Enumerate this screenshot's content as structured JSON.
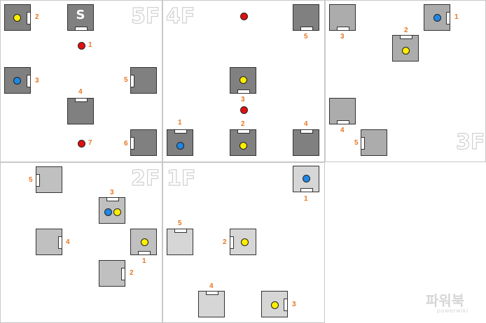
{
  "colors": {
    "label_orange": "#e87722",
    "yellow_ball": "#ffee00",
    "blue_ball": "#1e88e5",
    "red_marker": "#e01010",
    "tile_dark": "#808080",
    "tile_light": "#d6d6d6"
  },
  "floors": [
    {
      "id": "5F",
      "label": "5F",
      "tiles": [
        {
          "label": "2",
          "start": false
        },
        {
          "label": "",
          "start": true,
          "start_text": "S"
        },
        {
          "label": "3",
          "start": false
        },
        {
          "label": "4",
          "start": false
        },
        {
          "label": "5",
          "start": false
        },
        {
          "label": "6",
          "start": false
        }
      ],
      "markers": [
        {
          "label": "1"
        },
        {
          "label": "7"
        }
      ]
    },
    {
      "id": "4F",
      "label": "4F",
      "tiles": [
        {
          "label": "5"
        },
        {
          "label": "3"
        },
        {
          "label": "1"
        },
        {
          "label": "2"
        },
        {
          "label": "4"
        }
      ],
      "markers": [
        {
          "label": ""
        },
        {
          "label": ""
        }
      ]
    },
    {
      "id": "3F",
      "label": "3F",
      "tiles": [
        {
          "label": "3"
        },
        {
          "label": "1"
        },
        {
          "label": "2"
        },
        {
          "label": "4"
        },
        {
          "label": "5"
        }
      ]
    },
    {
      "id": "2F",
      "label": "2F",
      "tiles": [
        {
          "label": "5"
        },
        {
          "label": "3"
        },
        {
          "label": "4"
        },
        {
          "label": "1"
        },
        {
          "label": "2"
        }
      ]
    },
    {
      "id": "1F",
      "label": "1F",
      "tiles": [
        {
          "label": "1"
        },
        {
          "label": "5"
        },
        {
          "label": "2"
        },
        {
          "label": "4"
        },
        {
          "label": "3"
        }
      ]
    }
  ],
  "watermark": {
    "main": "파워북",
    "sub": "powerwiki"
  }
}
